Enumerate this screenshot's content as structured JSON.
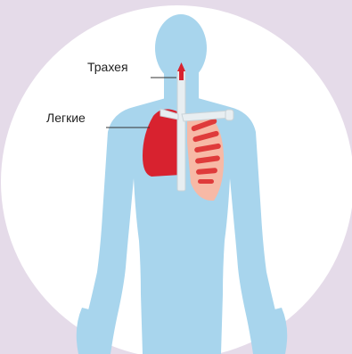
{
  "labels": {
    "trachea": "Трахея",
    "lungs": "Легкие"
  },
  "colors": {
    "background": "#e5dbe9",
    "circle": "#ffffff",
    "body": "#a8d5ed",
    "lung_left": "#d8222f",
    "lung_right_red": "#df3b3b",
    "lung_right_pink": "#f7b9a6",
    "trachea": "#e8eef1",
    "leader_line": "#333333"
  },
  "icons": [
    "human-silhouette",
    "lungs-illustration",
    "trachea-tube"
  ]
}
